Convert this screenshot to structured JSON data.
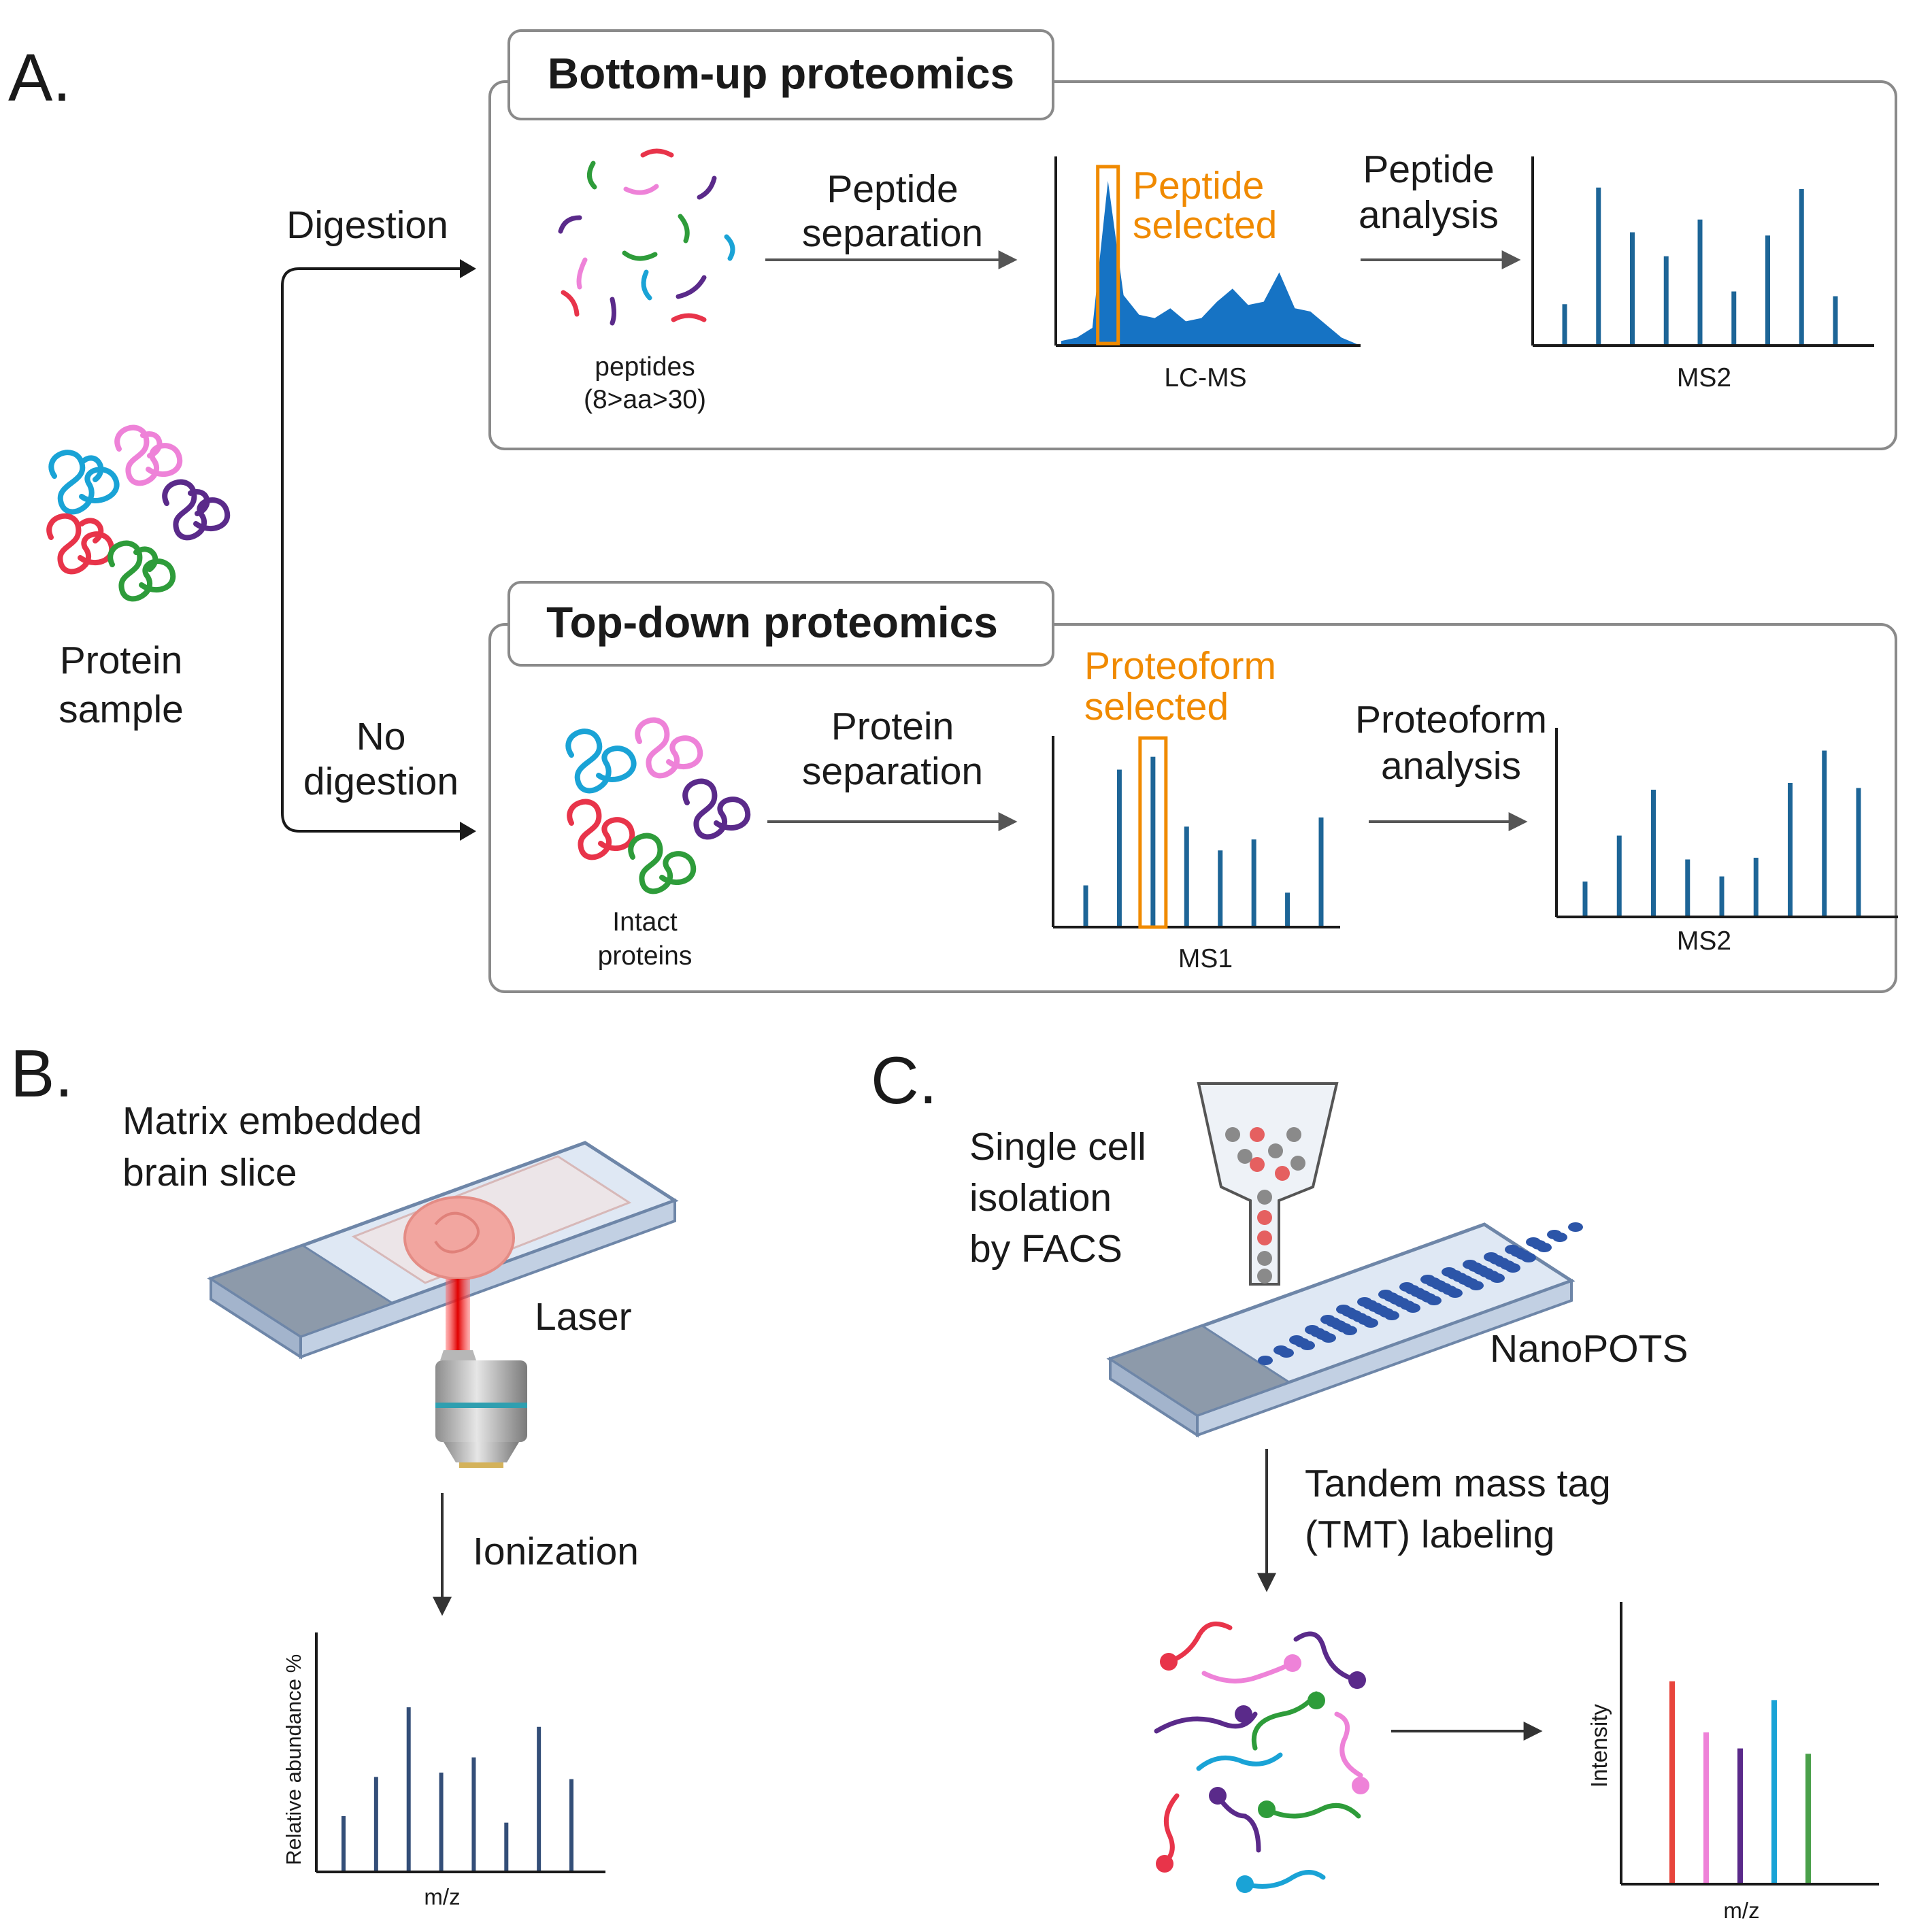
{
  "panels": {
    "a": "A.",
    "b": "B.",
    "c": "C."
  },
  "panel_a": {
    "sample_label_1": "Protein",
    "sample_label_2": "sample",
    "digestion": "Digestion",
    "no_digestion_1": "No",
    "no_digestion_2": "digestion",
    "bottom_up": {
      "title": "Bottom-up proteomics",
      "peptides_1": "peptides",
      "peptides_2": "(8>aa>30)",
      "step1_1": "Peptide",
      "step1_2": "separation",
      "selected_1": "Peptide",
      "selected_2": "selected",
      "chart1_label": "LC-MS",
      "step2_1": "Peptide",
      "step2_2": "analysis",
      "chart2_label": "MS2"
    },
    "top_down": {
      "title": "Top-down proteomics",
      "intact_1": "Intact",
      "intact_2": "proteins",
      "step1_1": "Protein",
      "step1_2": "separation",
      "selected_1": "Proteoform",
      "selected_2": "selected",
      "chart1_label": "MS1",
      "step2_1": "Proteoform",
      "step2_2": "analysis",
      "chart2_label": "MS2"
    }
  },
  "panel_b": {
    "matrix_1": "Matrix embedded",
    "matrix_2": "brain slice",
    "laser": "Laser",
    "ionization": "Ionization",
    "ylabel": "Relative abundance %",
    "xlabel": "m/z"
  },
  "panel_c": {
    "facs_1": "Single cell",
    "facs_2": "isolation",
    "facs_3": "by FACS",
    "nanopots": "NanoPOTS",
    "tmt_1": "Tandem mass tag",
    "tmt_2": "(TMT) labeling",
    "ylabel": "Intensity",
    "xlabel": "m/z"
  },
  "colors": {
    "stick": "#1d6597",
    "highlight": "#f08a00",
    "lc_fill": "#1673c4",
    "maldi_stick": "#334e78",
    "tmt_bars": [
      "#e8453c",
      "#ee82d8",
      "#5a2a8a",
      "#1aa3d6",
      "#4aa04a"
    ]
  },
  "chart_data": [
    {
      "type": "area",
      "xlabel": "LC-MS",
      "y": [
        0.02,
        0.04,
        0.1,
        1.0,
        0.3,
        0.18,
        0.16,
        0.22,
        0.14,
        0.16,
        0.26,
        0.34,
        0.24,
        0.26,
        0.44,
        0.22,
        0.2,
        0.12,
        0.04,
        0.0
      ],
      "highlight_index": 3
    },
    {
      "type": "bar",
      "xlabel": "MS2",
      "values": [
        0.25,
        0.98,
        0.7,
        0.55,
        0.78,
        0.33,
        0.68,
        0.97,
        0.3
      ]
    },
    {
      "type": "bar",
      "xlabel": "MS1",
      "values": [
        0.22,
        0.85,
        0.92,
        0.54,
        0.41,
        0.47,
        0.18,
        0.59
      ],
      "highlight_index": 2
    },
    {
      "type": "bar",
      "xlabel": "MS2",
      "values": [
        0.2,
        0.47,
        0.74,
        0.33,
        0.23,
        0.34,
        0.78,
        0.97,
        0.75
      ]
    },
    {
      "type": "bar",
      "xlabel": "m/z",
      "ylabel": "Relative abundance %",
      "values": [
        0.25,
        0.43,
        0.75,
        0.45,
        0.52,
        0.22,
        0.66,
        0.42
      ]
    },
    {
      "type": "bar",
      "xlabel": "m/z",
      "ylabel": "Intensity",
      "values": [
        0.75,
        0.56,
        0.5,
        0.68,
        0.48
      ]
    }
  ]
}
